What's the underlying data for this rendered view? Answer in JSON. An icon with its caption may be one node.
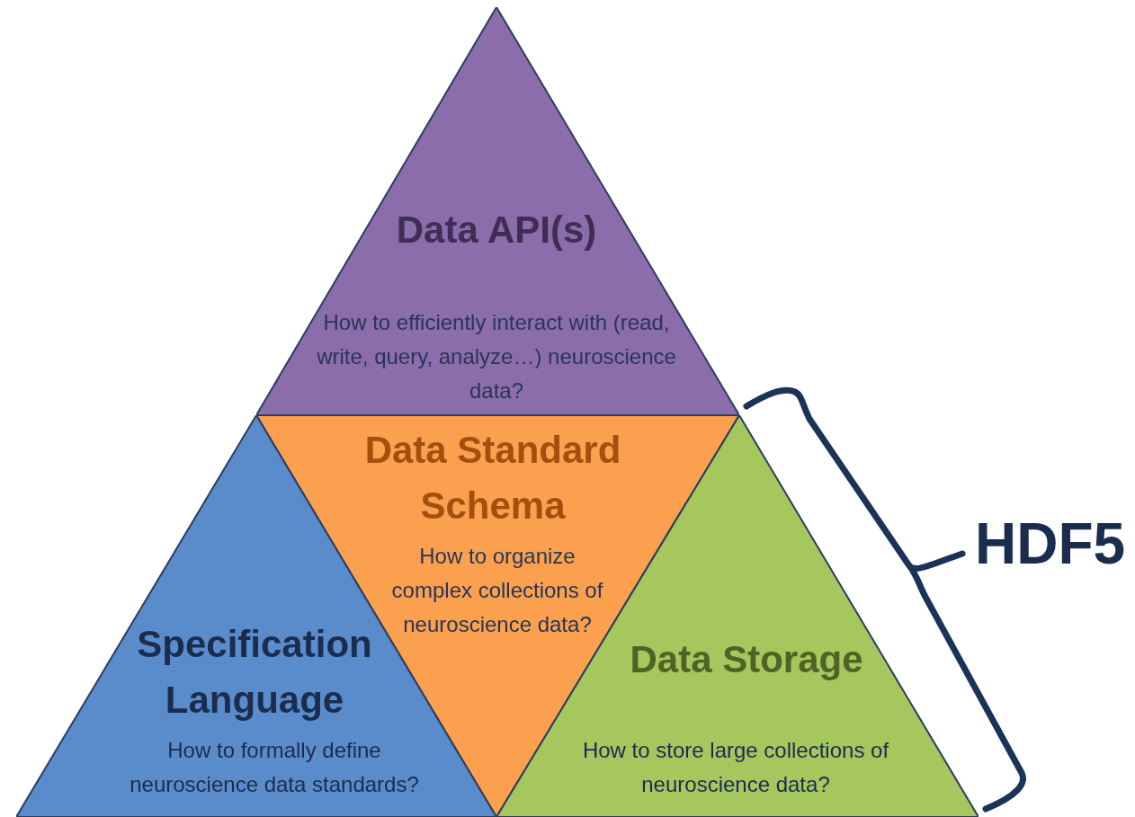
{
  "diagram": {
    "nodes": [
      {
        "text": [
          "Data API(s)",
          "How to efficiently interact with (read, write, query, analyze…) neuroscience data?"
        ]
      },
      {
        "text": [
          "Data Standard Schema",
          "How to organize complex collections of neuroscience data?"
        ]
      },
      {
        "text": [
          "Specification Language",
          "How to formally define neuroscience data standards?"
        ]
      },
      {
        "text": [
          "Data Storage",
          "How to store large collections of neuroscience data?"
        ]
      }
    ],
    "labels": [
      "HDF5"
    ]
  }
}
